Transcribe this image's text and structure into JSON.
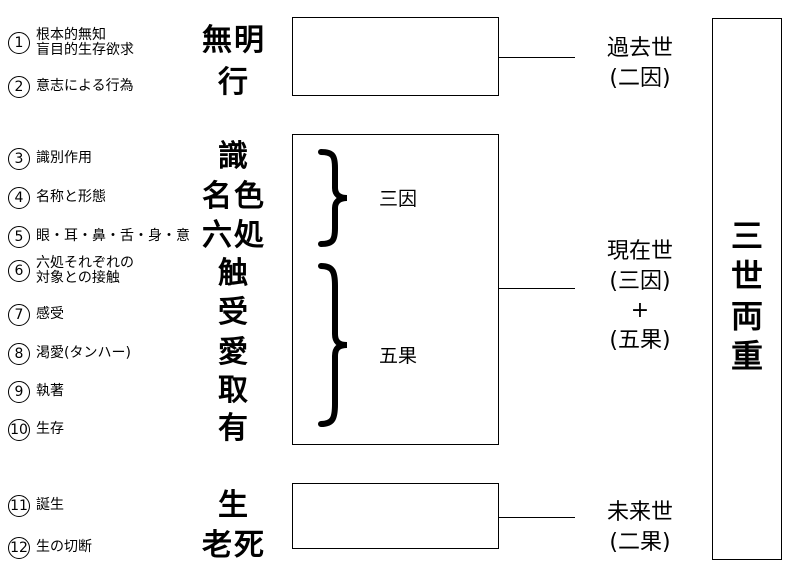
{
  "items": [
    {
      "num": "1",
      "desc_lines": [
        "根本的無知",
        "盲目的生存欲求"
      ],
      "term": "無明"
    },
    {
      "num": "2",
      "desc_lines": [
        "意志による行為"
      ],
      "term": "行"
    },
    {
      "num": "3",
      "desc_lines": [
        "識別作用"
      ],
      "term": "識"
    },
    {
      "num": "4",
      "desc_lines": [
        "名称と形態"
      ],
      "term": "名色"
    },
    {
      "num": "5",
      "desc_lines": [
        "眼・耳・鼻・舌・身・意"
      ],
      "term": "六処"
    },
    {
      "num": "6",
      "desc_lines": [
        "六処それぞれの",
        "対象との接触"
      ],
      "term": "触"
    },
    {
      "num": "7",
      "desc_lines": [
        "感受"
      ],
      "term": "受"
    },
    {
      "num": "8",
      "desc_lines": [
        "渇愛(タンハー)"
      ],
      "term": "愛"
    },
    {
      "num": "9",
      "desc_lines": [
        "執著"
      ],
      "term": "取"
    },
    {
      "num": "10",
      "desc_lines": [
        "生存"
      ],
      "term": "有"
    },
    {
      "num": "11",
      "desc_lines": [
        "誕生"
      ],
      "term": "生"
    },
    {
      "num": "12",
      "desc_lines": [
        "生の切断"
      ],
      "term": "老死"
    }
  ],
  "groups": {
    "past": {
      "lines": [
        "過去世",
        "(二因)"
      ]
    },
    "present": {
      "lines": [
        "現在世",
        "(三因)",
        "+",
        "(五果)"
      ]
    },
    "future": {
      "lines": [
        "未来世",
        "(二果)"
      ]
    }
  },
  "brackets": {
    "three_causes": "三因",
    "five_effects": "五果"
  },
  "summary": {
    "chars": [
      "三",
      "世",
      "両",
      "重"
    ]
  }
}
